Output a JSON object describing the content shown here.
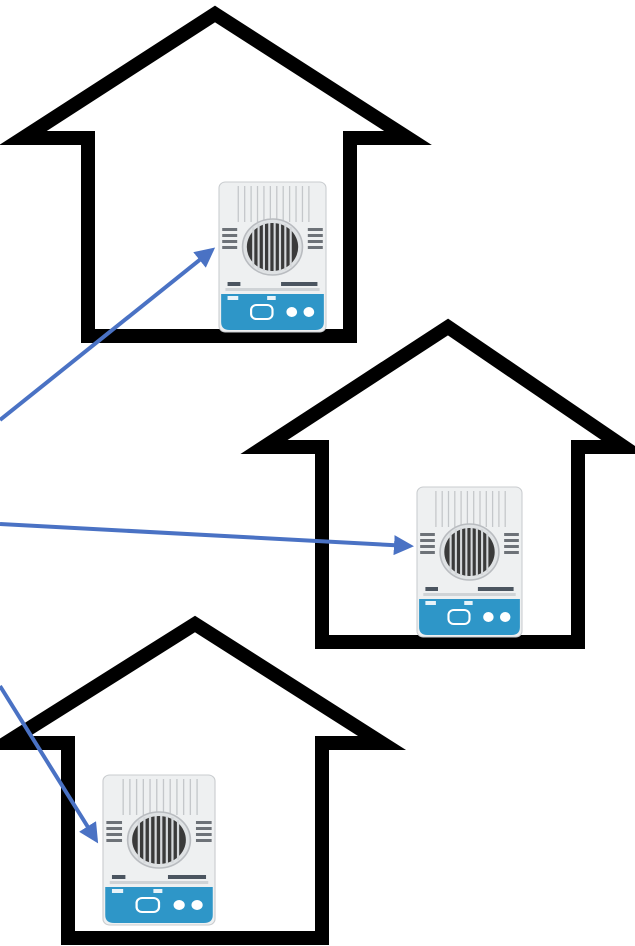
{
  "colors": {
    "background": "#ffffff",
    "house_outline": "#000000",
    "arrow": "#4a72c4",
    "device_body": "#eef0f1",
    "device_panel": "#2e96c8",
    "device_grille": "#2b2b2b"
  },
  "houses": [
    {
      "id": "house-1",
      "device_icon": "air-purifier-icon"
    },
    {
      "id": "house-2",
      "device_icon": "air-purifier-icon"
    },
    {
      "id": "house-3",
      "device_icon": "air-purifier-icon"
    }
  ],
  "arrows": [
    {
      "id": "arrow-to-house-1",
      "target": "house-1"
    },
    {
      "id": "arrow-to-house-2",
      "target": "house-2"
    },
    {
      "id": "arrow-to-house-3",
      "target": "house-3"
    }
  ]
}
